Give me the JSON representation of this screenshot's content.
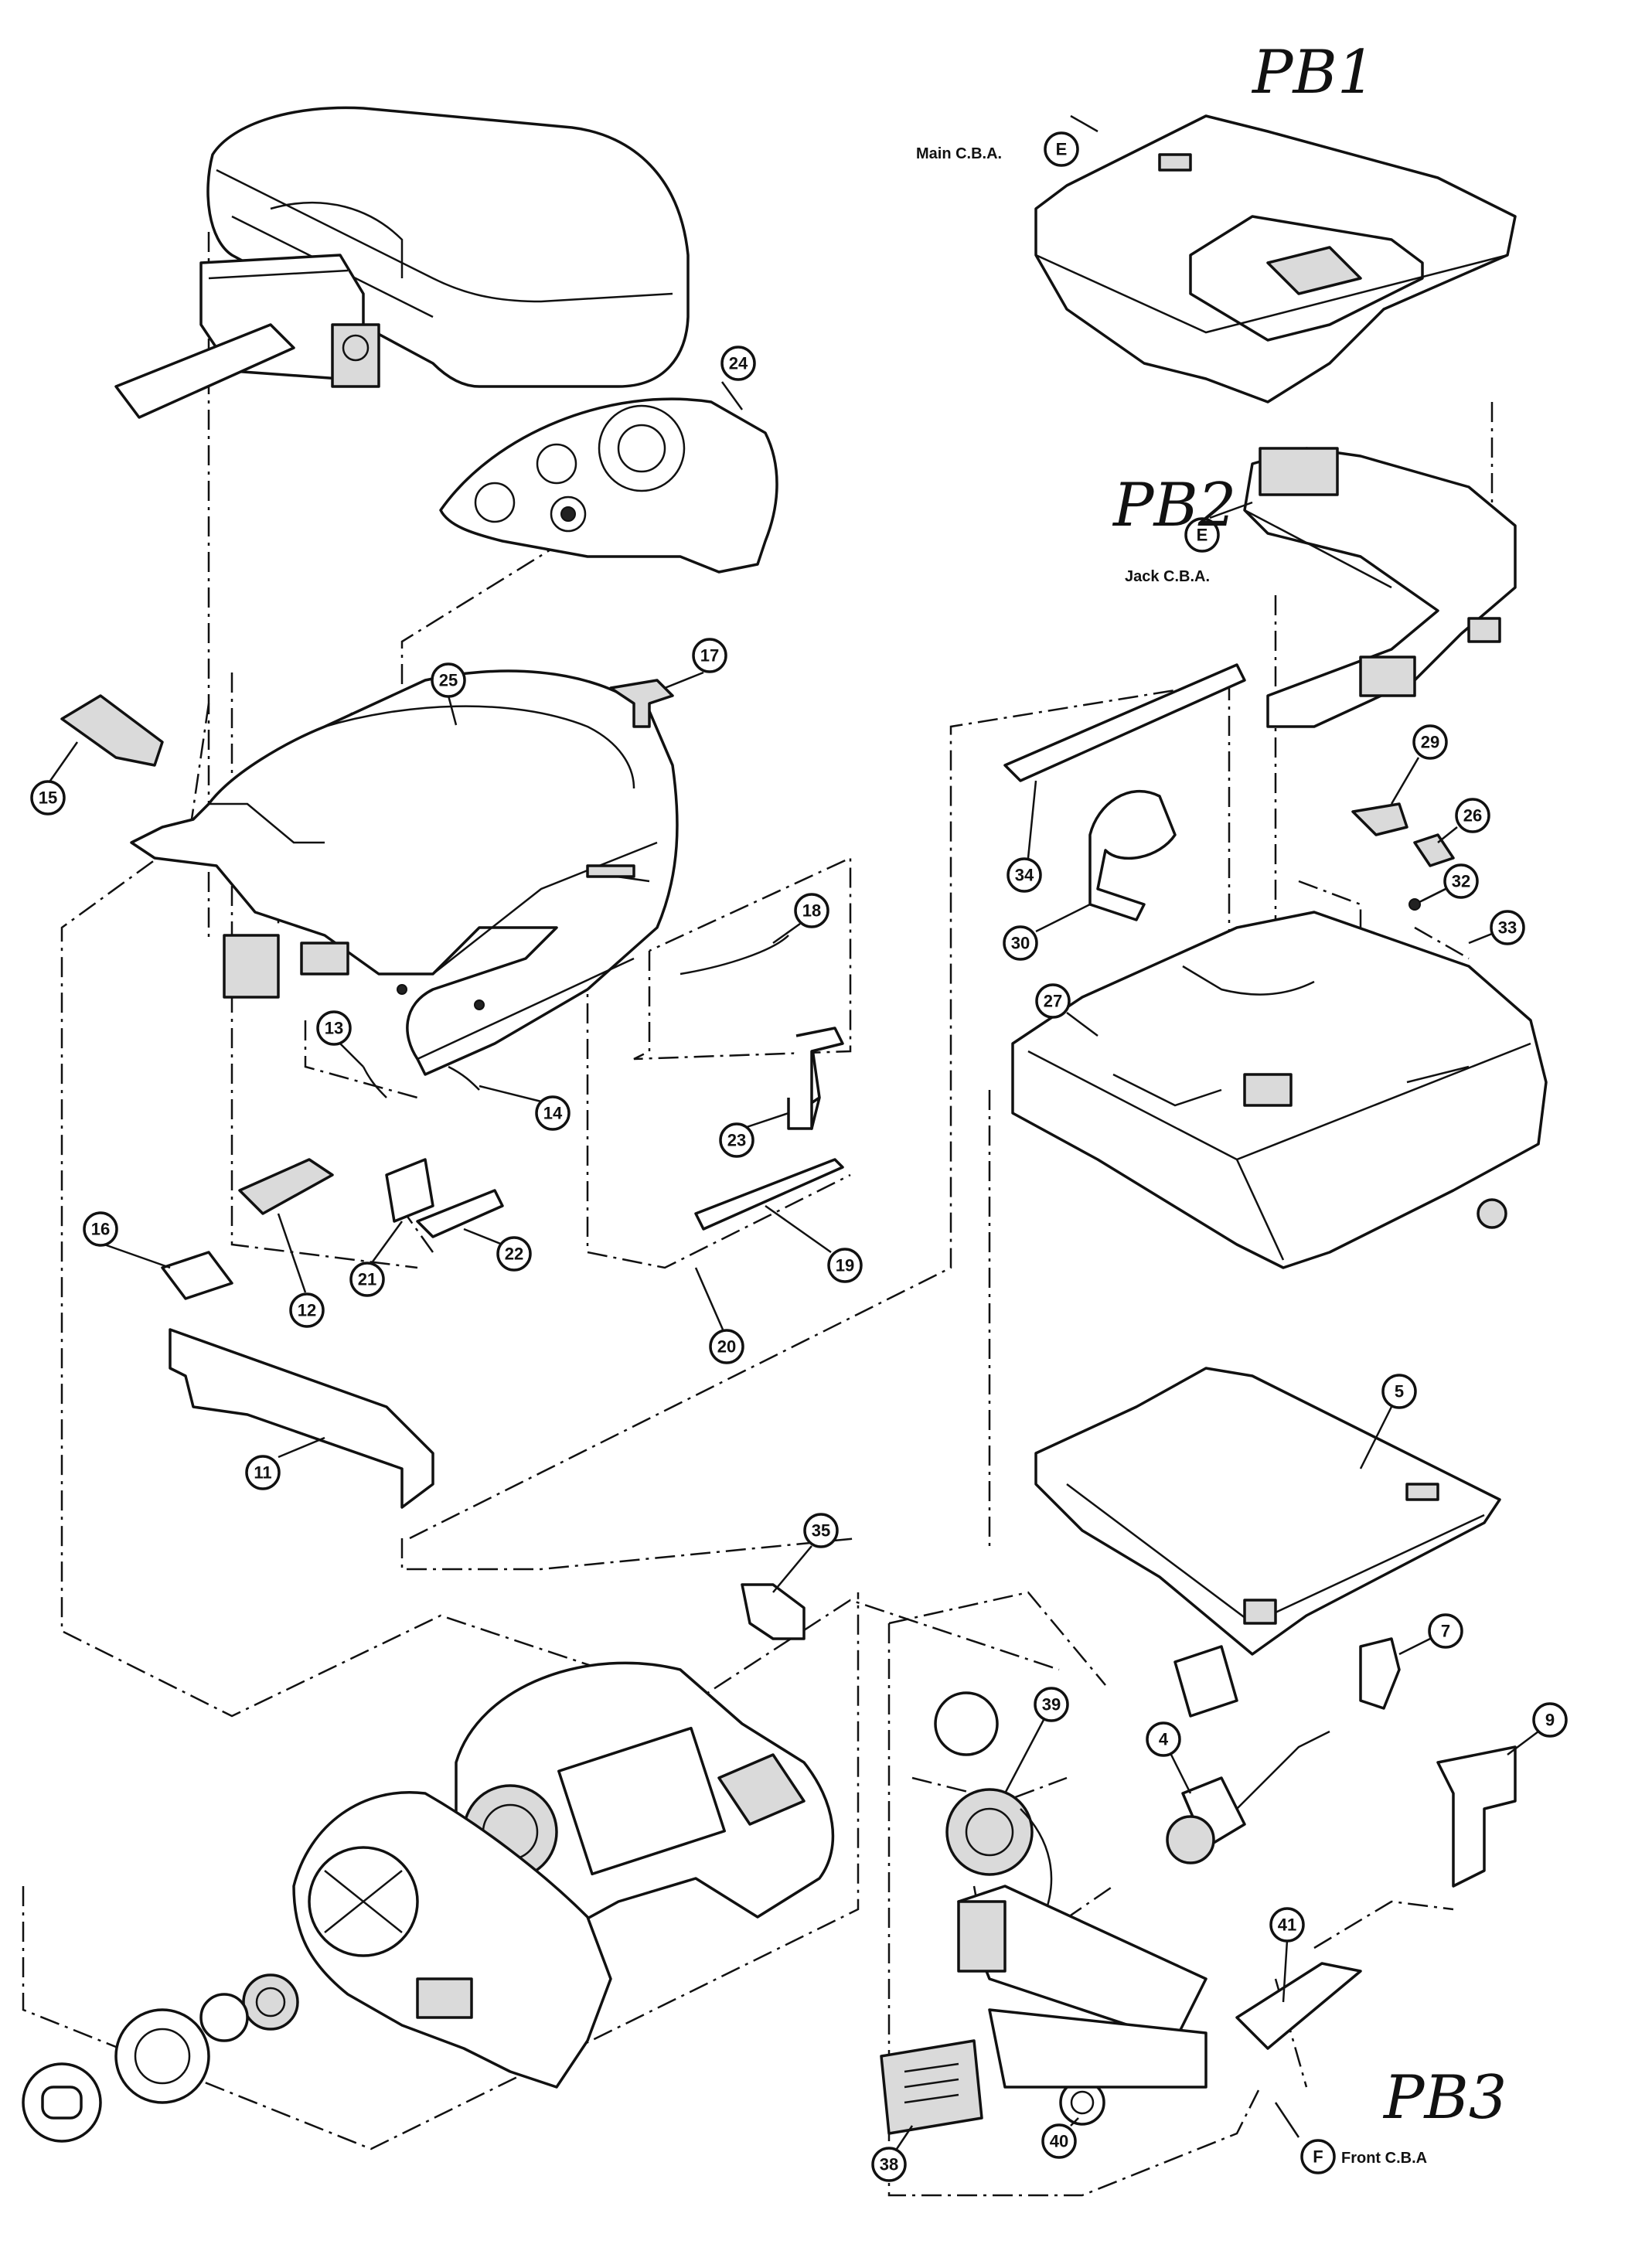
{
  "handwritten_labels": {
    "pb1": "PB1",
    "pb2": "PB2",
    "pb3": "PB3"
  },
  "assembly_labels": {
    "main_cba": "Main C.B.A.",
    "jack_cba": "Jack C.B.A.",
    "front_cba": "Front C.B.A"
  },
  "connector_marks": {
    "e_main": "E",
    "e_jack": "E",
    "f_front": "F"
  },
  "callouts": {
    "n4": "4",
    "n5": "5",
    "n7": "7",
    "n9": "9",
    "n11": "11",
    "n12": "12",
    "n13": "13",
    "n14": "14",
    "n15": "15",
    "n16": "16",
    "n17": "17",
    "n18": "18",
    "n19": "19",
    "n20": "20",
    "n21": "21",
    "n22": "22",
    "n23": "23",
    "n24": "24",
    "n25": "25",
    "n26": "26",
    "n27": "27",
    "n29": "29",
    "n30": "30",
    "n32": "32",
    "n33": "33",
    "n34": "34",
    "n35": "35",
    "n38": "38",
    "n39": "39",
    "n40": "40",
    "n41": "41"
  }
}
